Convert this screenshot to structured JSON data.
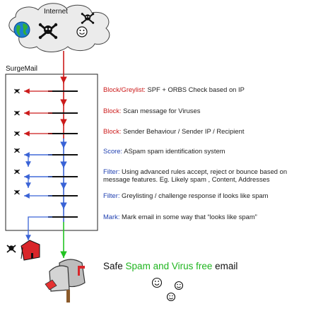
{
  "cloud": {
    "label": "Internet"
  },
  "box": {
    "label": "SurgeMail"
  },
  "stages": [
    {
      "keyword": "Block/Greylist:",
      "text": [
        "SPF + ORBS Check based on IP"
      ],
      "color": "#cc1b1b"
    },
    {
      "keyword": "Block:",
      "text": [
        "Scan message for Viruses"
      ],
      "color": "#cc1b1b"
    },
    {
      "keyword": "Block:",
      "text": [
        "Sender Behaviour / Sender IP / Recipient"
      ],
      "color": "#cc1b1b"
    },
    {
      "keyword": "Score:",
      "text": [
        "ASpam spam identification system"
      ],
      "color": "#1f3fb0"
    },
    {
      "keyword": "Filter:",
      "text": [
        "Using advanced rules accept, reject or bounce based on",
        "message features. Eg. Likely spam , Content, Addresses"
      ],
      "color": "#1f3fb0"
    },
    {
      "keyword": "Filter:",
      "text": [
        "Greylisting / challenge response if looks like spam"
      ],
      "color": "#1f3fb0"
    },
    {
      "keyword": "Mark:",
      "text": [
        "Mark email in some way that “looks like spam”"
      ],
      "color": "#1f3fb0"
    }
  ],
  "result": {
    "prefix": "Safe",
    "highlight": "Spam and Virus free",
    "suffix": "email"
  },
  "colors": {
    "red": "#cc1b1b",
    "blue": "#3a63d6",
    "green": "#22c322",
    "cloud": "#ebebeb",
    "box_border": "#222222"
  },
  "icons": [
    "globe-icon",
    "skull-crossbones-icon",
    "smiley-icon",
    "mailbox-icon"
  ]
}
